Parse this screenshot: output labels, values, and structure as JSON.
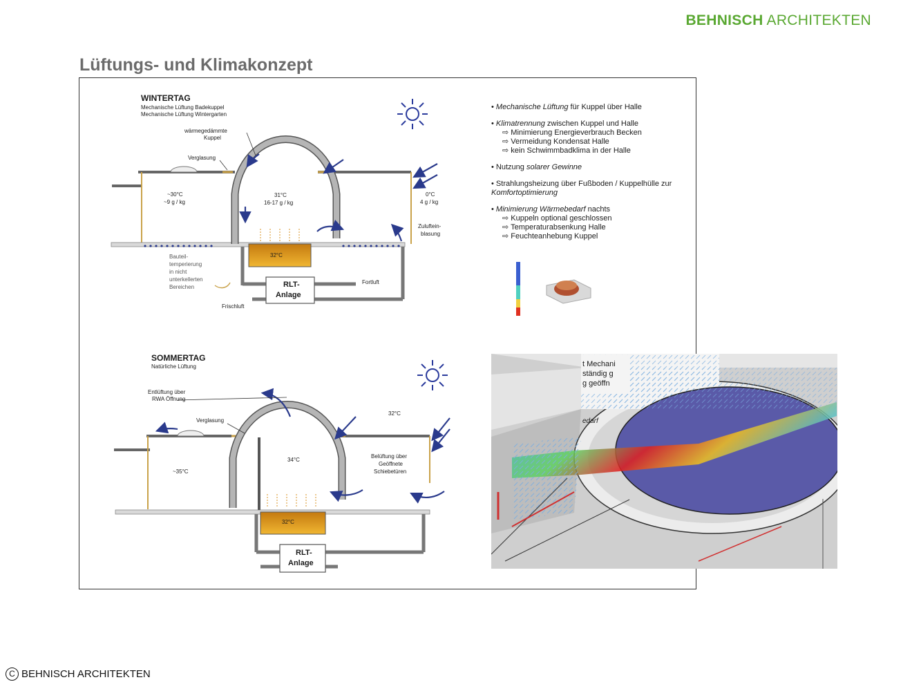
{
  "brand": {
    "bold": "BEHNISCH",
    "light": "ARCHITEKTEN"
  },
  "title": "Lüftungs- und Klimakonzept",
  "winter": {
    "title": "WINTERTAG",
    "sub1": "Mechanische Lüftung Badekuppel",
    "sub2": "Mechanische Lüftung Wintergarten",
    "dome_label1": "wärmegedämmte",
    "dome_label2": "Kuppel",
    "glazing": "Verglasung",
    "left_temp": "~30°C",
    "left_hum": "~9 g / kg",
    "dome_temp": "31°C",
    "dome_hum": "16-17 g / kg",
    "right_temp": "0°C",
    "right_hum": "4 g / kg",
    "supply1": "Zuluftein-",
    "supply2": "blasung",
    "pool": "32°C",
    "floor1": "Bauteil-",
    "floor2": "temperierung",
    "floor3": "in nicht",
    "floor4": "unterkellerten",
    "floor5": "Bereichen",
    "rlt1": "RLT-",
    "rlt2": "Anlage",
    "exhaust": "Fortluft",
    "fresh": "Frischluft"
  },
  "summer": {
    "title": "SOMMERTAG",
    "sub1": "Natürliche Lüftung",
    "vent1": "Entlüftung über",
    "vent2": "RWA Öffnung",
    "glazing": "Verglasung",
    "outside_temp": "32°C",
    "left_temp": "~35°C",
    "dome_temp": "34°C",
    "door1": "Belüftung über",
    "door2": "Geöffnete",
    "door3": "Schiebetüren",
    "pool": "32°C",
    "rlt1": "RLT-",
    "rlt2": "Anlage"
  },
  "bullets": [
    {
      "parts": [
        {
          "t": "Mechanische Lüftung",
          "i": true
        },
        {
          "t": " für Kuppel über Halle",
          "i": false
        }
      ],
      "subs": []
    },
    {
      "parts": [
        {
          "t": "Klimatrennung",
          "i": true
        },
        {
          "t": " zwischen Kuppel und Halle",
          "i": false
        }
      ],
      "subs": [
        "Minimierung Energieverbrauch Becken",
        "Vermeidung Kondensat Halle",
        "kein Schwimmbadklima in der Halle"
      ]
    },
    {
      "parts": [
        {
          "t": "Nutzung ",
          "i": false
        },
        {
          "t": "solarer Gewinne",
          "i": true
        }
      ],
      "subs": []
    },
    {
      "parts": [
        {
          "t": "Strahlungsheizung über Fußboden / Kuppelhülle zur ",
          "i": false
        },
        {
          "t": "Komfortoptimierung",
          "i": true
        }
      ],
      "subs": []
    },
    {
      "parts": [
        {
          "t": "Minimierung Wärmebedarf",
          "i": true
        },
        {
          "t": " nachts",
          "i": false
        }
      ],
      "subs": [
        "Kuppeln optional geschlossen",
        "Temperaturabsenkung Halle",
        "Feuchteanhebung Kuppel"
      ]
    }
  ],
  "overlay": {
    "line1": "t Mechani",
    "line2": "ständig g",
    "line3": "g geöffn",
    "line4": "edarf"
  },
  "footer": "BEHNISCH ARCHITEKTEN",
  "colors": {
    "brand": "#5aa832",
    "pool": "#e3a51c",
    "arrow": "#2a3a8c",
    "dome": "#9a9a9a",
    "glazing": "#c9a24a"
  }
}
